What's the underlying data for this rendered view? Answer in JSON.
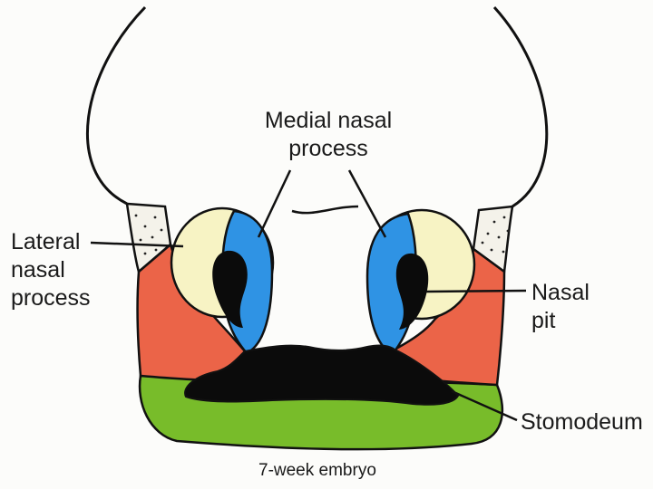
{
  "colors": {
    "lateral_nasal_process": "#eb6448",
    "medial_nasal_process": "#2f93e4",
    "maxillary_region": "#f7f3c4",
    "mandibular_region": "#78bc2a",
    "nasal_pit": "#0b0b0b",
    "stomodeum": "#0b0b0b",
    "outline": "#111111"
  },
  "labels": {
    "medial_nasal_process": [
      "Medial nasal",
      "process"
    ],
    "lateral_nasal_process": [
      "Lateral",
      "nasal",
      "process"
    ],
    "nasal_pit": [
      "Nasal",
      "pit"
    ],
    "stomodeum": "Stomodeum"
  },
  "caption": "7-week embryo"
}
